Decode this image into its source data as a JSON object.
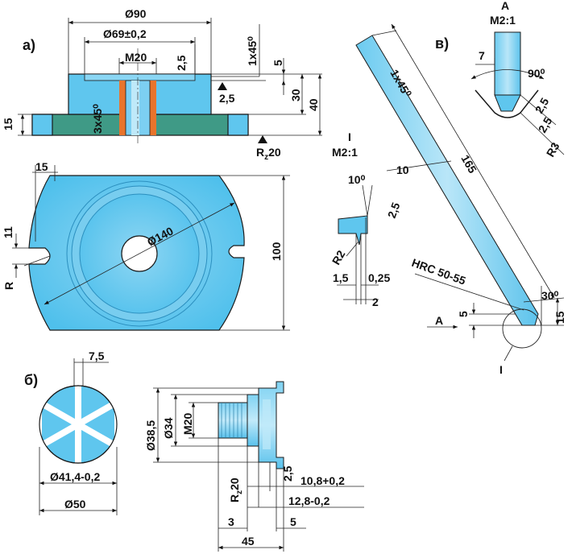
{
  "views": {
    "a": "а)",
    "b": "б)",
    "v": "в)"
  },
  "labels": {
    "d90": "Ø90",
    "d69": "Ø69±0,2",
    "m20_top": "M20",
    "v2_5_top": "2,5",
    "chamfer_1x45": "1x45⁰",
    "v5_top": "5",
    "v2_5_roughness": "2,5",
    "v30": "30",
    "v40": "40",
    "v15_left": "15",
    "chamfer_3x45": "3x45⁰",
    "rz20_top": "R",
    "rz20_top_sub": "z",
    "rz20_top_val": "20",
    "v15_plan": "15",
    "v11": "11",
    "R_plan": "R",
    "d140": "Ø140",
    "v100": "100",
    "v7_5": "7,5",
    "d41_4": "Ø41,4-0,2",
    "d50": "Ø50",
    "d38_5": "Ø38,5",
    "d34": "Ø34",
    "m20_bolt": "M20",
    "rz20_bolt": "R",
    "rz20_bolt_sub": "z",
    "rz20_bolt_val": "20",
    "v2_5_bolt": "2,5",
    "v10_8": "10,8+0,2",
    "v12_8": "12,8-0,2",
    "v3": "3",
    "v5_bolt": "5",
    "v45": "45",
    "detail_I": "I",
    "detail_I_scale": "M2:1",
    "v10deg": "10⁰",
    "v2_5_detail": "2,5",
    "R2": "R2",
    "v1_5": "1,5",
    "v0_25": "0,25",
    "v2": "2",
    "view_A": "A",
    "view_A_scale": "M2:1",
    "v7_A": "7",
    "v90deg": "90⁰",
    "v2_5_A1": "2,5",
    "v2_5_A2": "2,5",
    "R3": "R3",
    "chamfer_1x45_rod": "1x45⁰",
    "v10_rod": "10",
    "v165": "165",
    "hrc": "HRC 50-55",
    "v30deg": "30⁰",
    "v5_rod": "5",
    "v15_rod": "15",
    "A_arrow": "A",
    "I_circle": "I"
  }
}
